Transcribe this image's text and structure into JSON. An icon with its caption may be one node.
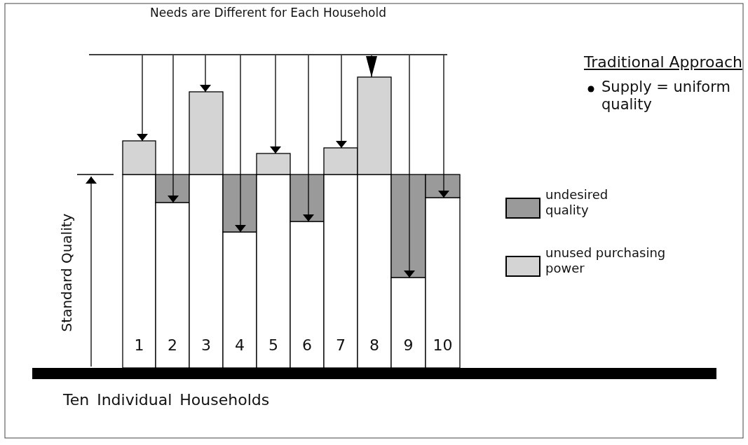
{
  "diagram": {
    "title": "Needs are Different for Each Household",
    "labels": [
      "Traditional Approach",
      "Supply = uniform quality",
      "Standard Quality",
      "1",
      "2",
      "3",
      "4",
      "5",
      "6",
      "7",
      "8",
      "9",
      "10",
      "Ten Individual Households"
    ],
    "legend": [
      {
        "text": "undesired quality",
        "color": "#9a9a9a"
      },
      {
        "text": "unused purchasing power",
        "color": "#d4d4d4"
      }
    ]
  }
}
